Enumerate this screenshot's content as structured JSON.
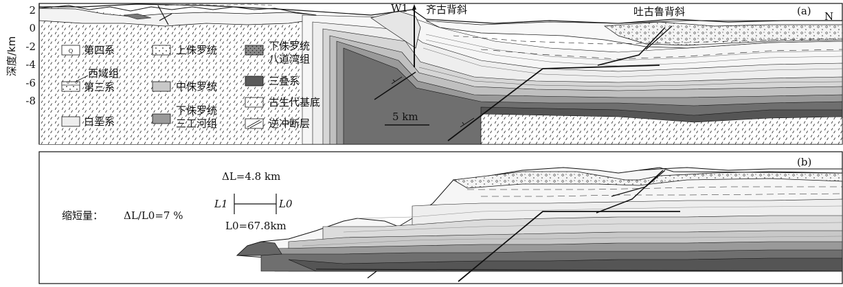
{
  "panel_a": {
    "label": "(a)",
    "north": "N",
    "well": "W1",
    "anticline_1": "齐古背斜",
    "anticline_2": "吐古鲁背斜",
    "y_axis_title": "深度/km",
    "y_ticks": [
      "2",
      "0",
      "-2",
      "-4",
      "-6",
      "-8"
    ],
    "scale_bar": "5 km"
  },
  "legend": {
    "quaternary": "第四系",
    "quaternary_symbol": "Q",
    "xiyu_group": "西域组",
    "tertiary": "第三系",
    "cretaceous": "白垩系",
    "upper_jurassic": "上侏罗统",
    "middle_jurassic": "中侏罗统",
    "lower_jurassic_sg_1": "下侏罗统",
    "lower_jurassic_sg_2": "三工河组",
    "lower_jurassic_bd_1": "下侏罗统",
    "lower_jurassic_bd_2": "八道湾组",
    "triassic": "三叠系",
    "paleozoic": "古生代基底",
    "thrust": "逆冲断层"
  },
  "panel_b": {
    "label": "(b)",
    "delta_l": "ΔL=4.8 km",
    "l1": "L1",
    "l0": "L0",
    "l0_value": "L0=67.8km",
    "shortening_label": "缩短量：",
    "shortening_formula": "ΔL/L0=7 %"
  },
  "colors": {
    "quaternary": "#ffffff",
    "tertiary": "#f2f2f2",
    "cretaceous": "#eeeeee",
    "upper_jurassic": "#f6f6f6",
    "middle_jurassic": "#c8c8c8",
    "lower_jurassic_sg": "#9a9a9a",
    "lower_jurassic_bd": "#6f6f6f",
    "triassic": "#5a5a5a",
    "line": "#111111"
  }
}
